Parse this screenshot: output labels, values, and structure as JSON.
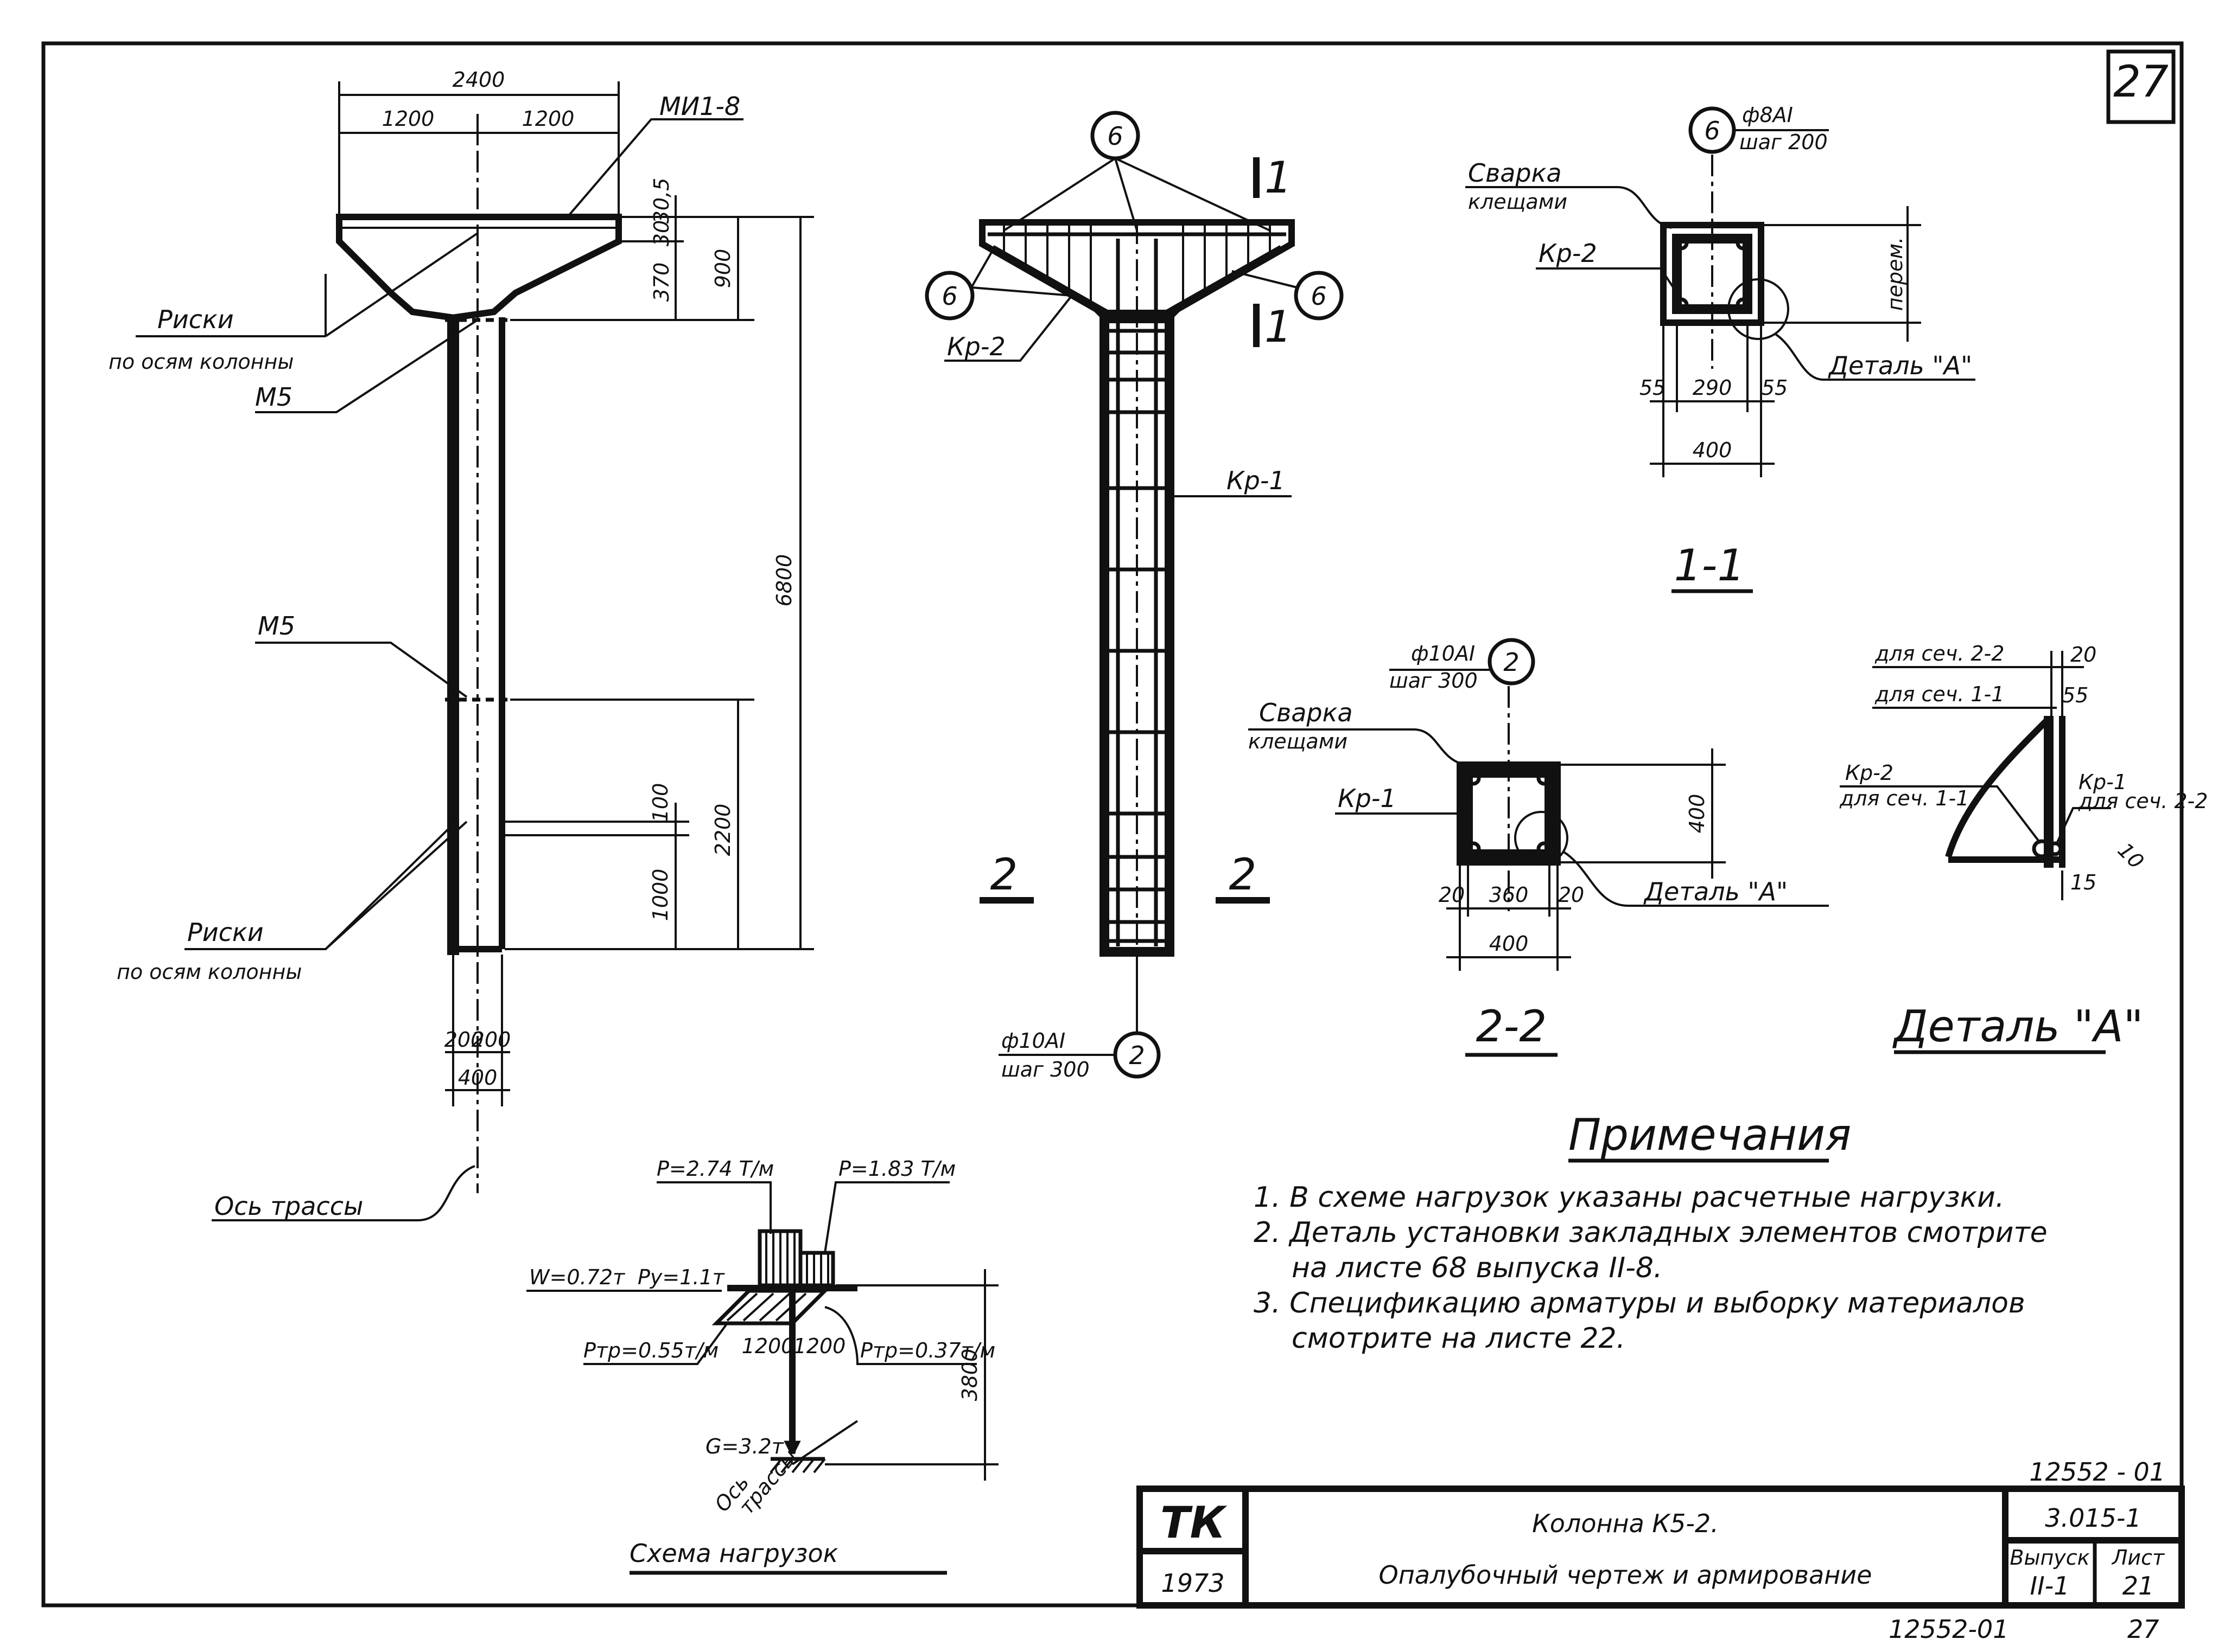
{
  "sheet": {
    "corner_number": "27",
    "bottom_code": "12552-01",
    "bottom_page": "27",
    "doc_code_top": "12552 - 01"
  },
  "elevation": {
    "dim_total_width": "2400",
    "dim_half_left": "1200",
    "dim_half_right": "1200",
    "label_mi": "МИ1-8",
    "label_riski_top": "Риски",
    "label_riski_top_sub": "по осям колонны",
    "label_m5_top": "М5",
    "label_m5_mid": "М5",
    "label_riski_bottom": "Риски",
    "label_riski_bottom_sub": "по осям колонны",
    "dim_head_a": "30",
    "dim_head_b": "30,5",
    "dim_head_c": "370",
    "dim_head_900": "900",
    "dim_total_height": "6800",
    "dim_2200": "2200",
    "dim_100": "100",
    "dim_1000": "1000",
    "dim_200_left": "200",
    "dim_200_right": "200",
    "dim_400": "400",
    "label_axis": "Ось трассы"
  },
  "reinforcement": {
    "mark_6_top": "6",
    "mark_6_left": "6",
    "mark_6_right": "6",
    "mark_2_bottom": "2",
    "label_kr2": "Кр-2",
    "label_kr1": "Кр-1",
    "section_mark_1_top": "1",
    "section_mark_1_bottom": "1",
    "section_mark_2_left": "2",
    "section_mark_2_right": "2",
    "bar_spec_top": "ф10АI",
    "bar_spec_bottom": "шаг 300"
  },
  "section_1_1": {
    "mark": "6",
    "bar_spec_top": "ф8АI",
    "bar_spec_bottom": "шаг 200",
    "label_weld": "Сварка",
    "label_weld_sub": "клещами",
    "label_kr2": "Кр-2",
    "label_var": "перем.",
    "label_detail": "Деталь \"А\"",
    "dim_55_left": "55",
    "dim_290": "290",
    "dim_55_right": "55",
    "dim_400": "400",
    "title": "1-1"
  },
  "section_2_2": {
    "mark": "2",
    "bar_spec_top": "ф10АI",
    "bar_spec_bottom": "шаг 300",
    "label_weld": "Сварка",
    "label_weld_sub": "клещами",
    "label_kr1": "Кр-1",
    "dim_400_height": "400",
    "label_detail": "Деталь \"А\"",
    "dim_20_left": "20",
    "dim_360": "360",
    "dim_20_right": "20",
    "dim_400": "400",
    "title": "2-2"
  },
  "detail_a": {
    "label_sec22": "для сеч. 2-2",
    "label_sec11": "для сеч. 1-1",
    "dim_20": "20",
    "dim_55": "55",
    "label_kr2": "Кр-2",
    "label_kr2_sub": "для сеч. 1-1",
    "label_kr1": "Кр-1",
    "label_kr1_sub": "для сеч. 2-2",
    "dim_10": "10",
    "dim_15": "15",
    "title": "Деталь \"А\""
  },
  "load_scheme": {
    "p_left": "Р=2.74 Т/м",
    "p_right": "Р=1.83 Т/м",
    "w": "W=0.72т",
    "py": "Ру=1.1т",
    "ptp_left": "Ртр=0.55т/м",
    "ptp_right": "Ртр=0.37т/м",
    "dim_1200_left": "1200",
    "dim_1200_right": "1200",
    "dim_height": "3800",
    "g": "G=3.2т",
    "axis_label": "Ось",
    "axis_label_sub": "трассы",
    "title": "Схема нагрузок"
  },
  "notes": {
    "title": "Примечания",
    "items": [
      "1. В схеме нагрузок указаны расчетные нагрузки.",
      "2. Деталь установки закладных элементов смотрите",
      "на листе 68 выпуска II-8.",
      "3. Спецификацию арматуры и выборку материалов",
      "смотрите на листе 22."
    ]
  },
  "title_block": {
    "logo": "ТК",
    "year": "1973",
    "title_line1": "Колонна К5-2.",
    "title_line2": "Опалубочный чертеж и армирование",
    "series": "3.015-1",
    "issue_label": "Выпуск",
    "issue_value": "II-1",
    "sheet_label": "Лист",
    "sheet_value": "21"
  }
}
